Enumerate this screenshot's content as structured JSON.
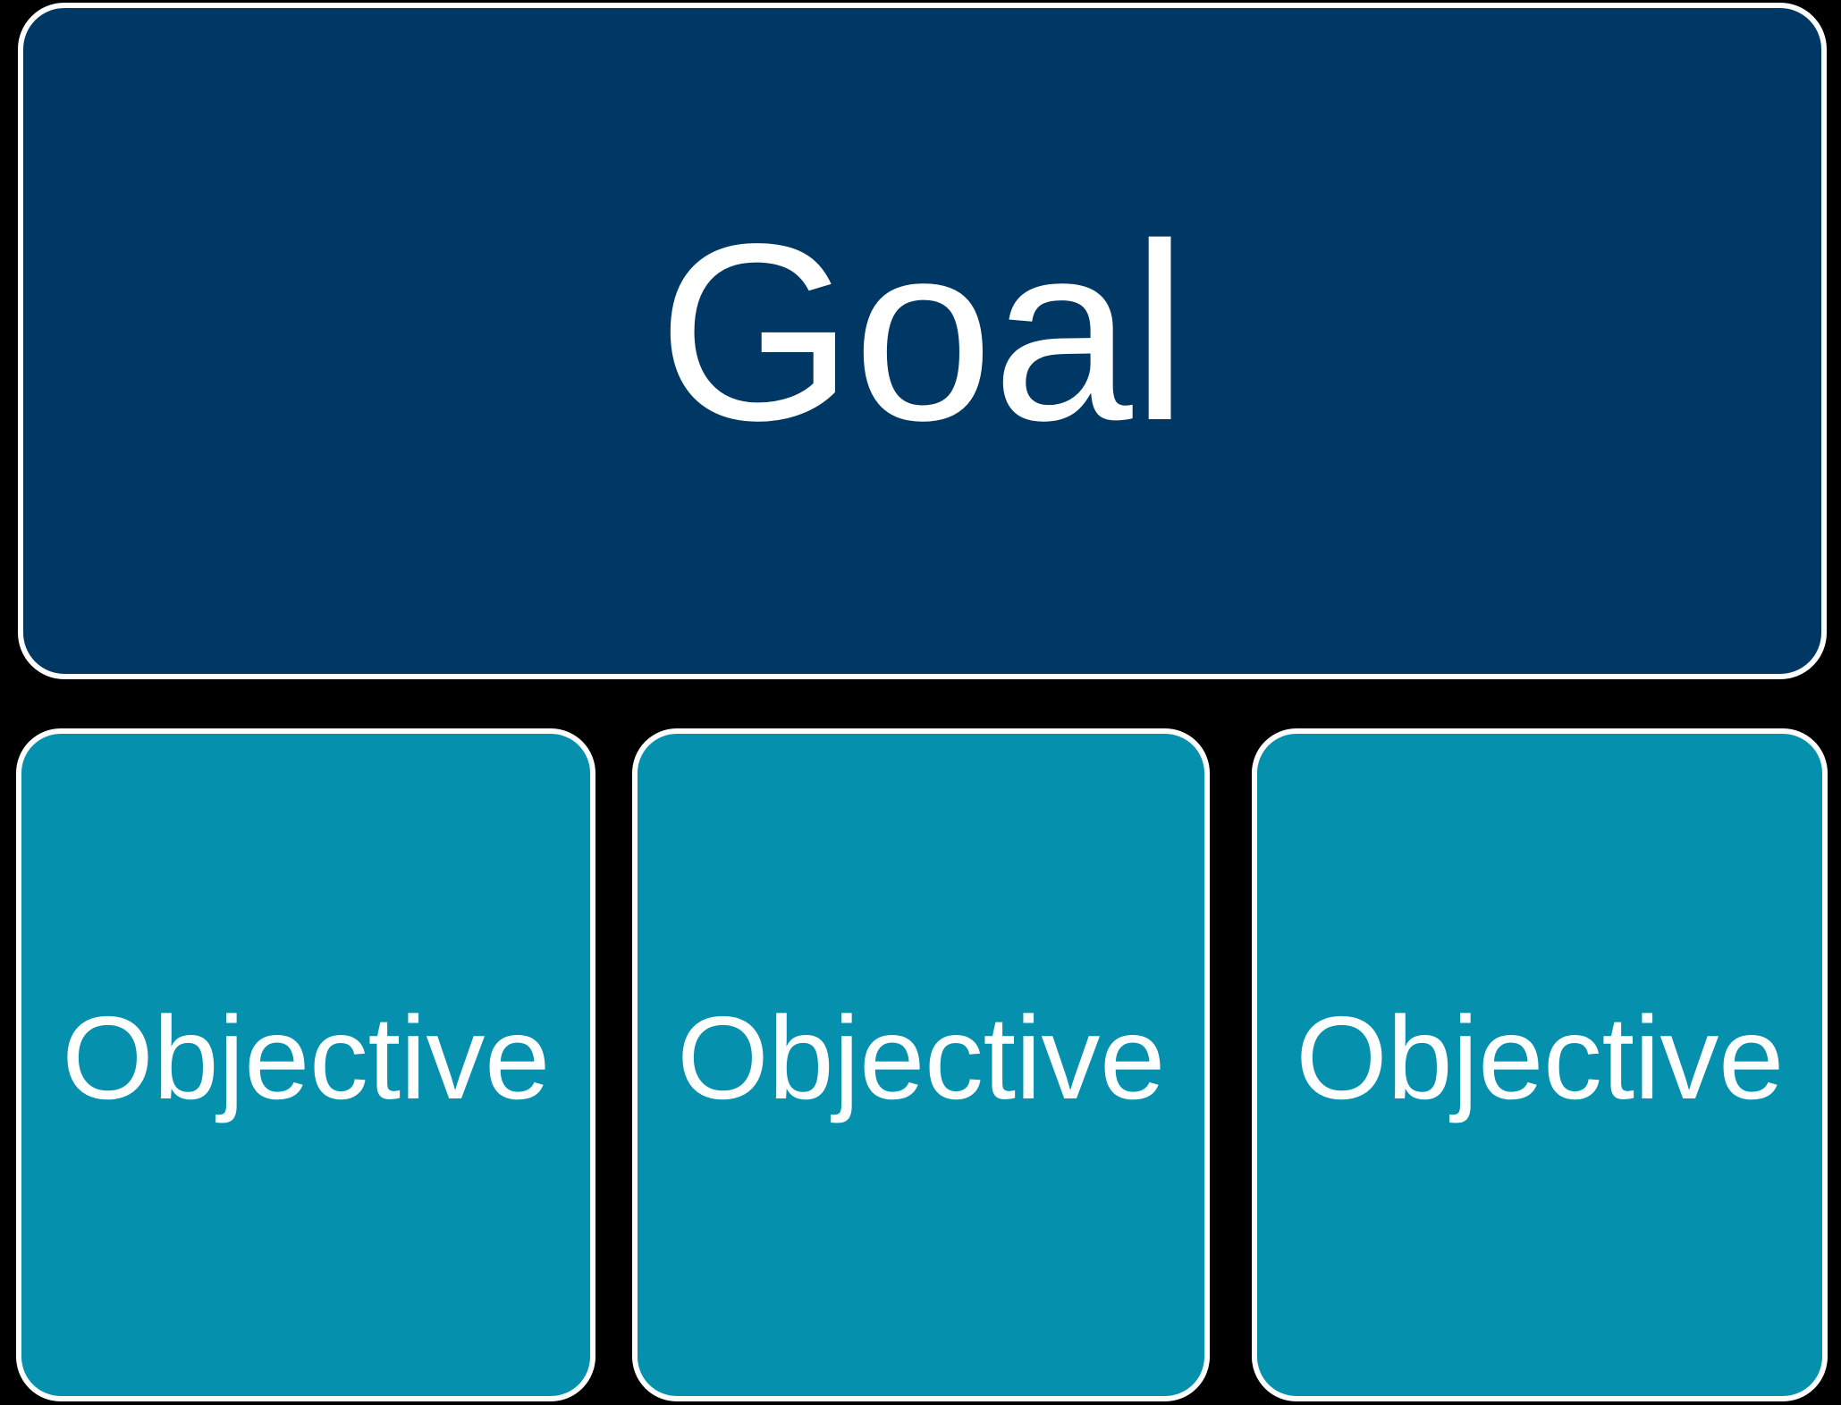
{
  "diagram": {
    "type": "hierarchy",
    "background_color": "#000000",
    "goal": {
      "label": "Goal",
      "fill_color": "#003865",
      "border_color": "#ffffff",
      "text_color": "#ffffff"
    },
    "objectives": [
      {
        "label": "Objective",
        "fill_color": "#0591AE",
        "border_color": "#ffffff",
        "text_color": "#ffffff"
      },
      {
        "label": "Objective",
        "fill_color": "#0591AE",
        "border_color": "#ffffff",
        "text_color": "#ffffff"
      },
      {
        "label": "Objective",
        "fill_color": "#0591AE",
        "border_color": "#ffffff",
        "text_color": "#ffffff"
      }
    ]
  }
}
